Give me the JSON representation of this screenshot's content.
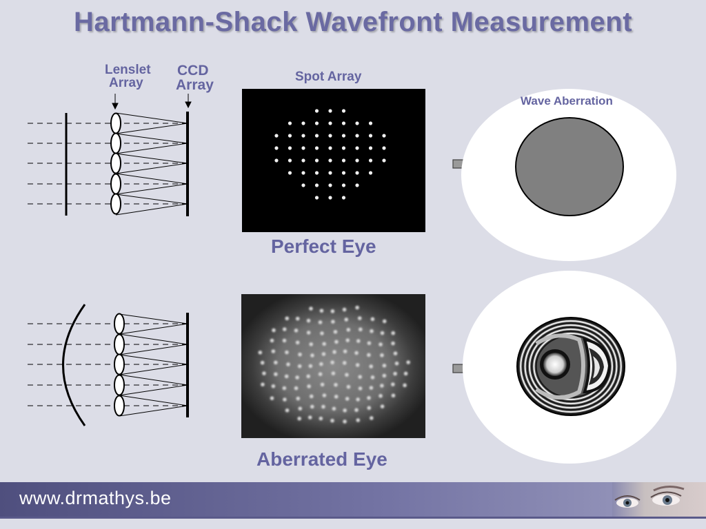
{
  "title": "Hartmann-Shack Wavefront Measurement",
  "labels": {
    "lenslet_line1": "Lenslet",
    "lenslet_line2": "Array",
    "ccd_line1": "CCD",
    "ccd_line2": "Array",
    "spot_array": "Spot Array",
    "wave_aberration": "Wave Aberration",
    "perfect_eye": "Perfect Eye",
    "aberrated_eye": "Aberrated Eye"
  },
  "footer": {
    "url": "www.drmathys.be"
  },
  "colors": {
    "accent": "#6464a0",
    "background": "#dcdde7",
    "footer": "#6c6c9c"
  }
}
